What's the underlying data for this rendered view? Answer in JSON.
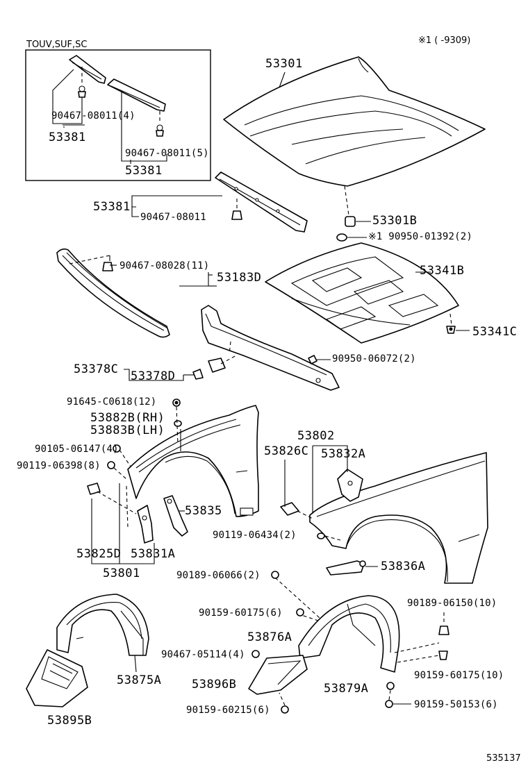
{
  "header": {
    "inset_note": "TOUV,SUF,SC",
    "date_note": "※1 (      -9309)"
  },
  "footer": {
    "illustration_number": "535137"
  },
  "labels": {
    "p53301": "53301",
    "p53381_a": "53381",
    "p53381_b": "53381",
    "p53381_c": "53381",
    "b90467_4": "90467-08011(4)",
    "b90467_5": "90467-08011(5)",
    "b90467_1": "90467-08011",
    "b90467_11": "90467-08028(11)",
    "p53183D": "53183D",
    "p53301B": "53301B",
    "b90950_01392": "※1 90950-01392(2)",
    "p53341B": "53341B",
    "p53341C": "53341C",
    "b90950_06072": "90950-06072(2)",
    "p53378C": "53378C",
    "p53378D": "53378D",
    "b91645": "91645-C0618(12)",
    "p53882B": "53882B(RH)",
    "p53883B": "53883B(LH)",
    "b90105": "90105-06147(4)",
    "b90119_06398": "90119-06398(8)",
    "p53835": "53835",
    "p53825D": "53825D",
    "p53831A": "53831A",
    "p53801": "53801",
    "p53802": "53802",
    "p53826C": "53826C",
    "p53832A": "53832A",
    "b90119_06434": "90119-06434(2)",
    "p53836A": "53836A",
    "b90189_06066": "90189-06066(2)",
    "b90159_60175_6": "90159-60175(6)",
    "p53876A": "53876A",
    "b90467_05114": "90467-05114(4)",
    "p53875A": "53875A",
    "p53895B": "53895B",
    "p53896B": "53896B",
    "b90159_60215": "90159-60215(6)",
    "p53879A": "53879A",
    "b90189_06150": "90189-06150(10)",
    "b90159_60175_10": "90159-60175(10)",
    "b90159_50153": "90159-50153(6)"
  }
}
